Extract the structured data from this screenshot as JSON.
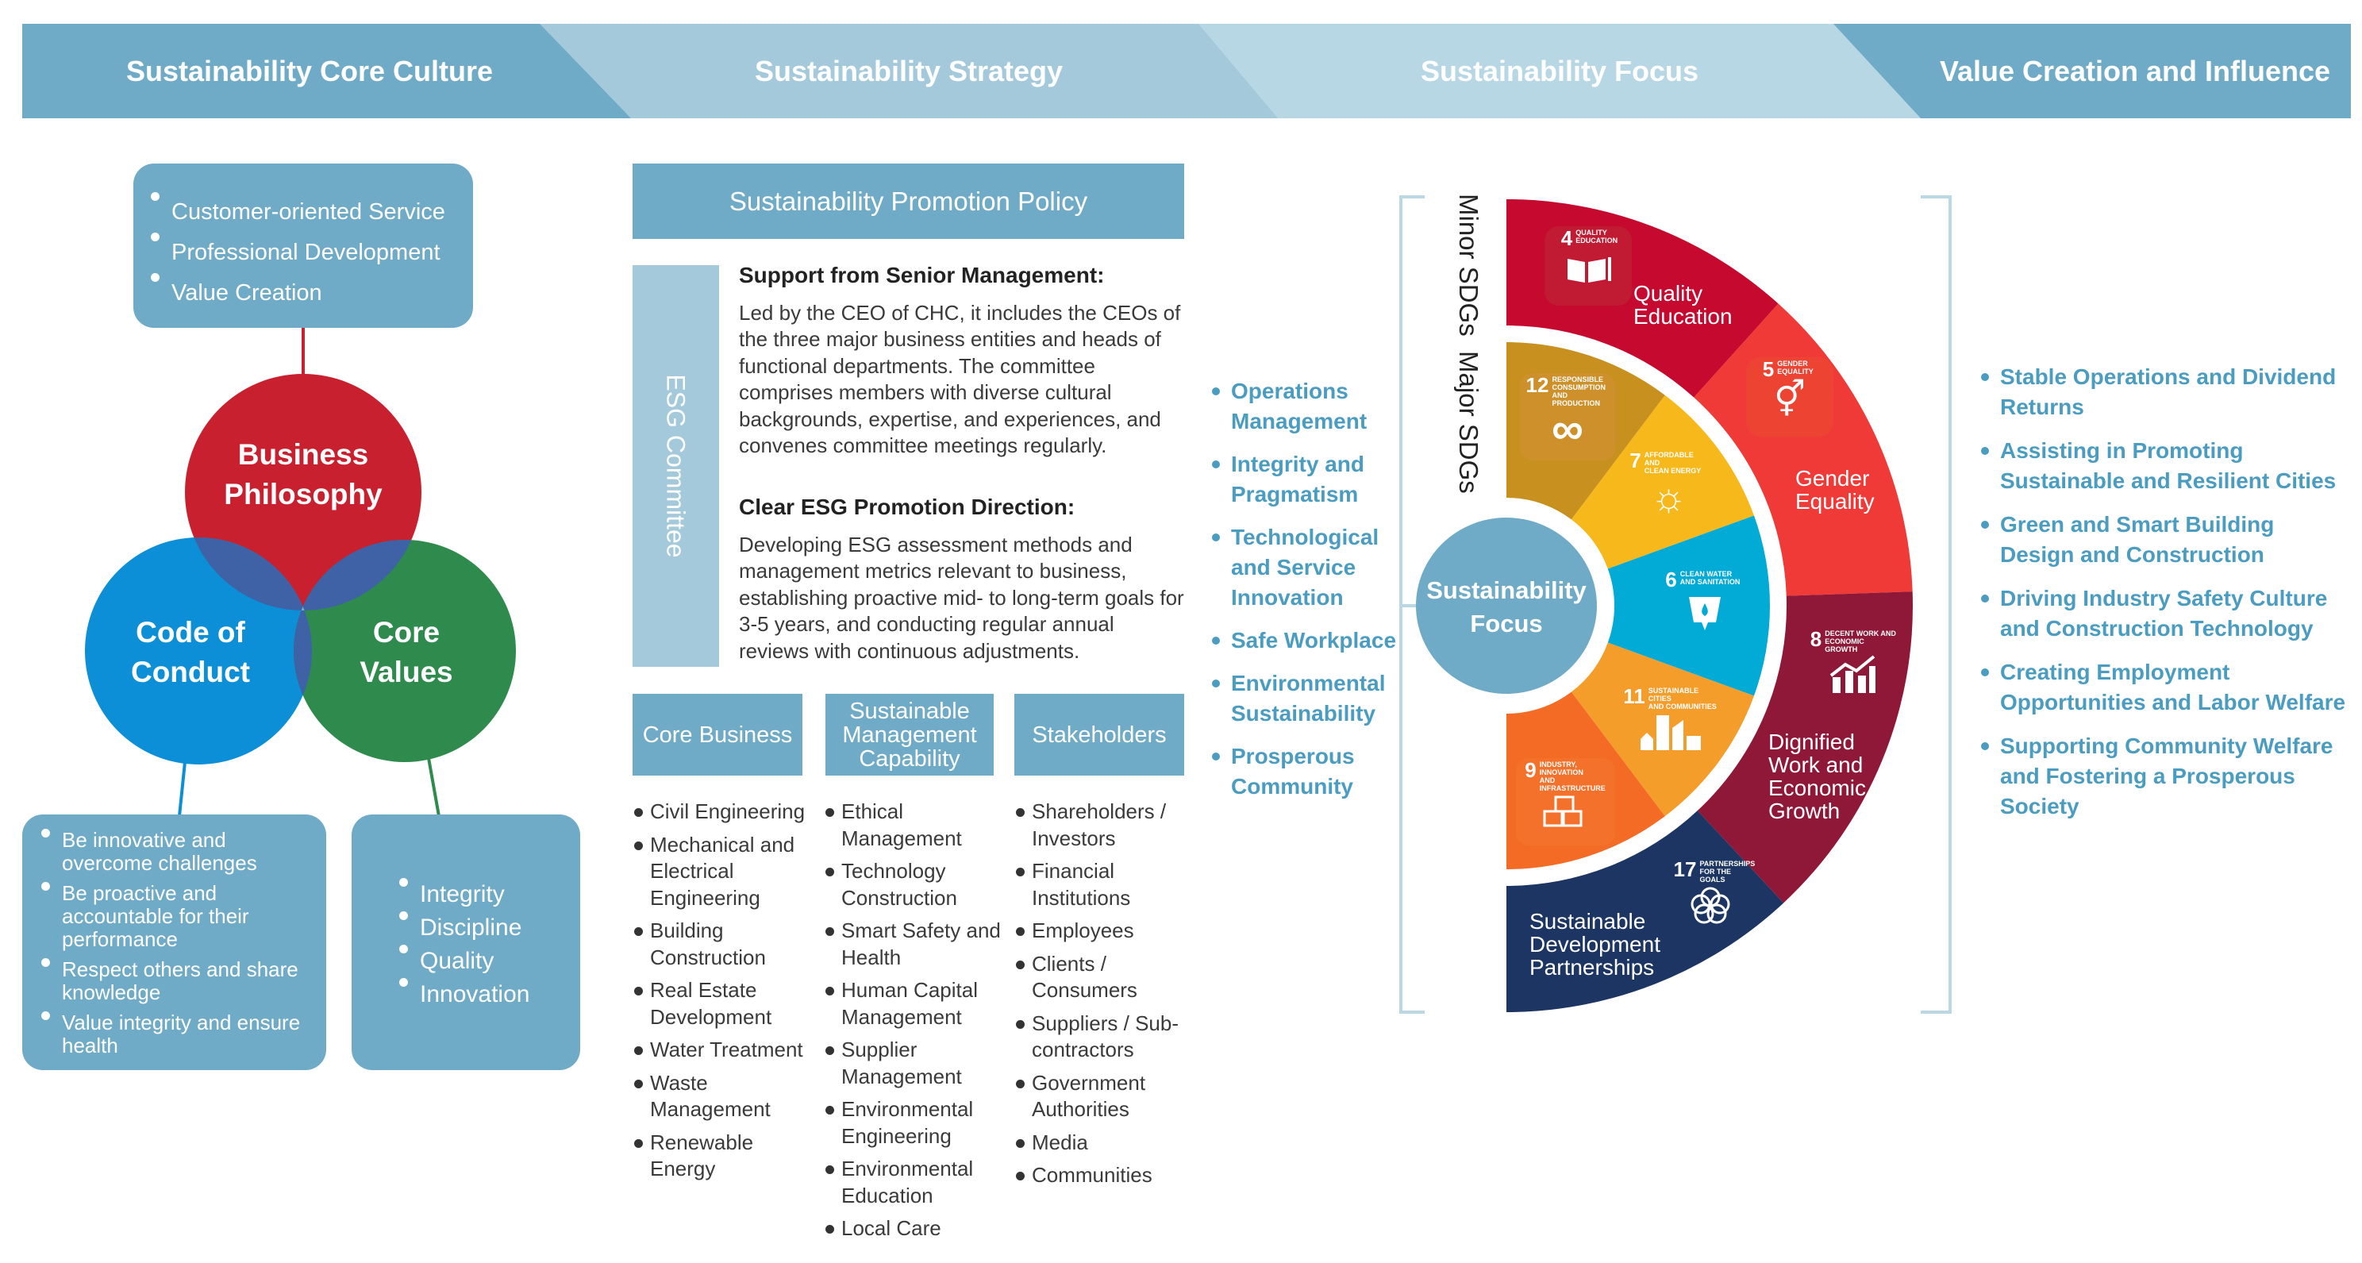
{
  "header": {
    "sections": [
      "Sustainability Core Culture",
      "Sustainability Strategy",
      "Sustainability Focus",
      "Value Creation and Influence"
    ]
  },
  "culture": {
    "top_box": [
      "Customer-oriented Service",
      "Professional Development",
      "Value Creation"
    ],
    "circles": {
      "business": "Business\nPhilosophy",
      "code": "Code of\nConduct",
      "core": "Core\nValues"
    },
    "conduct_box": [
      "Be innovative and overcome challenges",
      "Be proactive and accountable for their performance",
      "Respect others and share knowledge",
      "Value integrity and ensure health"
    ],
    "values_box": [
      "Integrity",
      "Discipline",
      "Quality",
      "Innovation"
    ]
  },
  "strategy": {
    "policy_title": "Sustainability Promotion Policy",
    "committee_label": "ESG Committee",
    "sections": [
      {
        "heading": "Support from Senior Management:",
        "body": "Led by the CEO of CHC, it includes the CEOs of the three major business entities and heads of functional departments. The committee comprises members with diverse cultural backgrounds, expertise, and experiences, and convenes committee meetings regularly."
      },
      {
        "heading": "Clear ESG Promotion Direction:",
        "body": "Developing ESG assessment methods and management metrics relevant to business, establishing proactive mid- to long-term goals for 3-5 years, and conducting regular annual reviews with continuous adjustments."
      }
    ],
    "columns": [
      {
        "title": "Core Business",
        "items": [
          "Civil Engineering",
          "Mechanical and Electrical Engineering",
          "Building Construction",
          "Real Estate Development",
          "Water Treatment",
          "Waste Management",
          "Renewable Energy"
        ]
      },
      {
        "title": "Sustainable\nManagement\nCapability",
        "items": [
          "Ethical Management",
          "Technology Construction",
          "Smart Safety and Health",
          "Human Capital Management",
          "Supplier Management",
          "Environmental Engineering",
          "Environmental Education",
          "Local Care"
        ]
      },
      {
        "title": "Stakeholders",
        "items": [
          "Shareholders / Investors",
          "Financial Institutions",
          "Employees",
          "Clients / Consumers",
          "Suppliers / Sub-contractors",
          "Government Authorities",
          "Media",
          "Communities"
        ]
      }
    ]
  },
  "focus": {
    "items": [
      "Operations Management",
      "Integrity and Pragmatism",
      "Technological and Service Innovation",
      "Safe Workplace",
      "Environmental Sustainability",
      "Prosperous Community"
    ],
    "center_label": "Sustainability\nFocus",
    "minor_label": "Minor SDGs",
    "major_label": "Major SDGs",
    "major_sdgs": [
      {
        "number": "4",
        "icon_title": "QUALITY\nEDUCATION",
        "label": "Quality\nEducation",
        "color": "#c5092f"
      },
      {
        "number": "5",
        "icon_title": "GENDER\nEQUALITY",
        "label": "Gender\nEquality",
        "color": "#ef3a37"
      },
      {
        "number": "8",
        "icon_title": "DECENT WORK AND\nECONOMIC GROWTH",
        "label": "Dignified\nWork and\nEconomic\nGrowth",
        "color": "#8f1838"
      },
      {
        "number": "17",
        "icon_title": "PARTNERSHIPS\nFOR THE GOALS",
        "label": "Sustainable\nDevelopment\nPartnerships",
        "color": "#1c3563"
      }
    ],
    "minor_sdgs": [
      {
        "number": "12",
        "icon_title": "RESPONSIBLE\nCONSUMPTION\nAND PRODUCTION",
        "color": "#c8901f"
      },
      {
        "number": "7",
        "icon_title": "AFFORDABLE AND\nCLEAN ENERGY",
        "color": "#f6b81b"
      },
      {
        "number": "6",
        "icon_title": "CLEAN WATER\nAND SANITATION",
        "color": "#02aad6"
      },
      {
        "number": "11",
        "icon_title": "SUSTAINABLE CITIES\nAND COMMUNITIES",
        "color": "#f59d2b"
      },
      {
        "number": "9",
        "icon_title": "INDUSTRY, INNOVATION\nAND INFRASTRUCTURE",
        "color": "#f36b25"
      }
    ]
  },
  "value_creation": [
    "Stable Operations and Dividend Returns",
    "Assisting in Promoting Sustainable and Resilient Cities",
    "Green and Smart Building Design and Construction",
    "Driving Industry Safety Culture and Construction Technology",
    "Creating Employment Opportunities and Labor Welfare",
    "Supporting Community Welfare and Fostering a Prosperous Society"
  ],
  "colors": {
    "primary": "#6fabc6",
    "light": "#a4c9da",
    "lighter": "#b7d7e4",
    "accent_text": "#4a9cc0",
    "red": "#c8202f",
    "blue": "#0c8fd6",
    "green": "#2f8a4d"
  }
}
